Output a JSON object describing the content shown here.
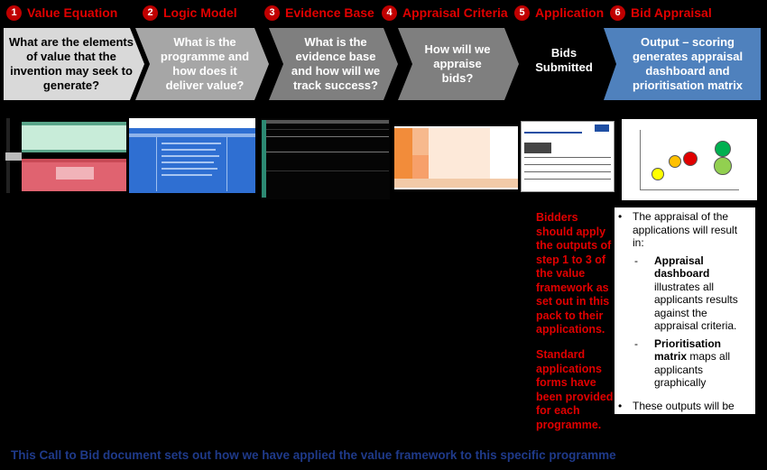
{
  "steps": [
    {
      "num": "1",
      "title": "Value Equation"
    },
    {
      "num": "2",
      "title": "Logic Model"
    },
    {
      "num": "3",
      "title": "Evidence Base"
    },
    {
      "num": "4",
      "title": "Appraisal Criteria"
    },
    {
      "num": "5",
      "title": "Application"
    },
    {
      "num": "6",
      "title": "Bid Appraisal"
    }
  ],
  "chevrons": [
    {
      "text": "What are the elements of value that the invention may seek to generate?"
    },
    {
      "text": "What is the programme and how does it deliver value?"
    },
    {
      "text": "What is the evidence base and how will we track success?"
    },
    {
      "text": "How will we appraise bids?"
    },
    {
      "text": "Output – scoring generates appraisal dashboard and prioritisation matrix"
    }
  ],
  "bids_submitted": "Bids Submitted",
  "bidders_note": "Bidders should apply the outputs of step 1 to 3 of the value framework as set out in this pack to their applications.",
  "standard_forms_note": "Standard applications forms have been provided for each programme.",
  "appraisal_panel": {
    "intro": "The appraisal of the applications will result in:",
    "items": [
      {
        "bold": "Appraisal dashboard",
        "rest": " illustrates all applicants results against the appraisal criteria."
      },
      {
        "bold": "Prioritisation matrix",
        "rest": " maps all applicants graphically"
      }
    ],
    "closing": "These outputs will be"
  },
  "footer": "This Call to Bid document sets out how we have applied the value framework to this specific programme",
  "colors": {
    "accent_red": "#e00000",
    "chevron_light": "#d9d9d9",
    "chevron_mid": "#a6a6a6",
    "chevron_dark": "#7f7f7f",
    "chevron_blue": "#4f81bd",
    "footer_blue": "#1f3a8a"
  }
}
